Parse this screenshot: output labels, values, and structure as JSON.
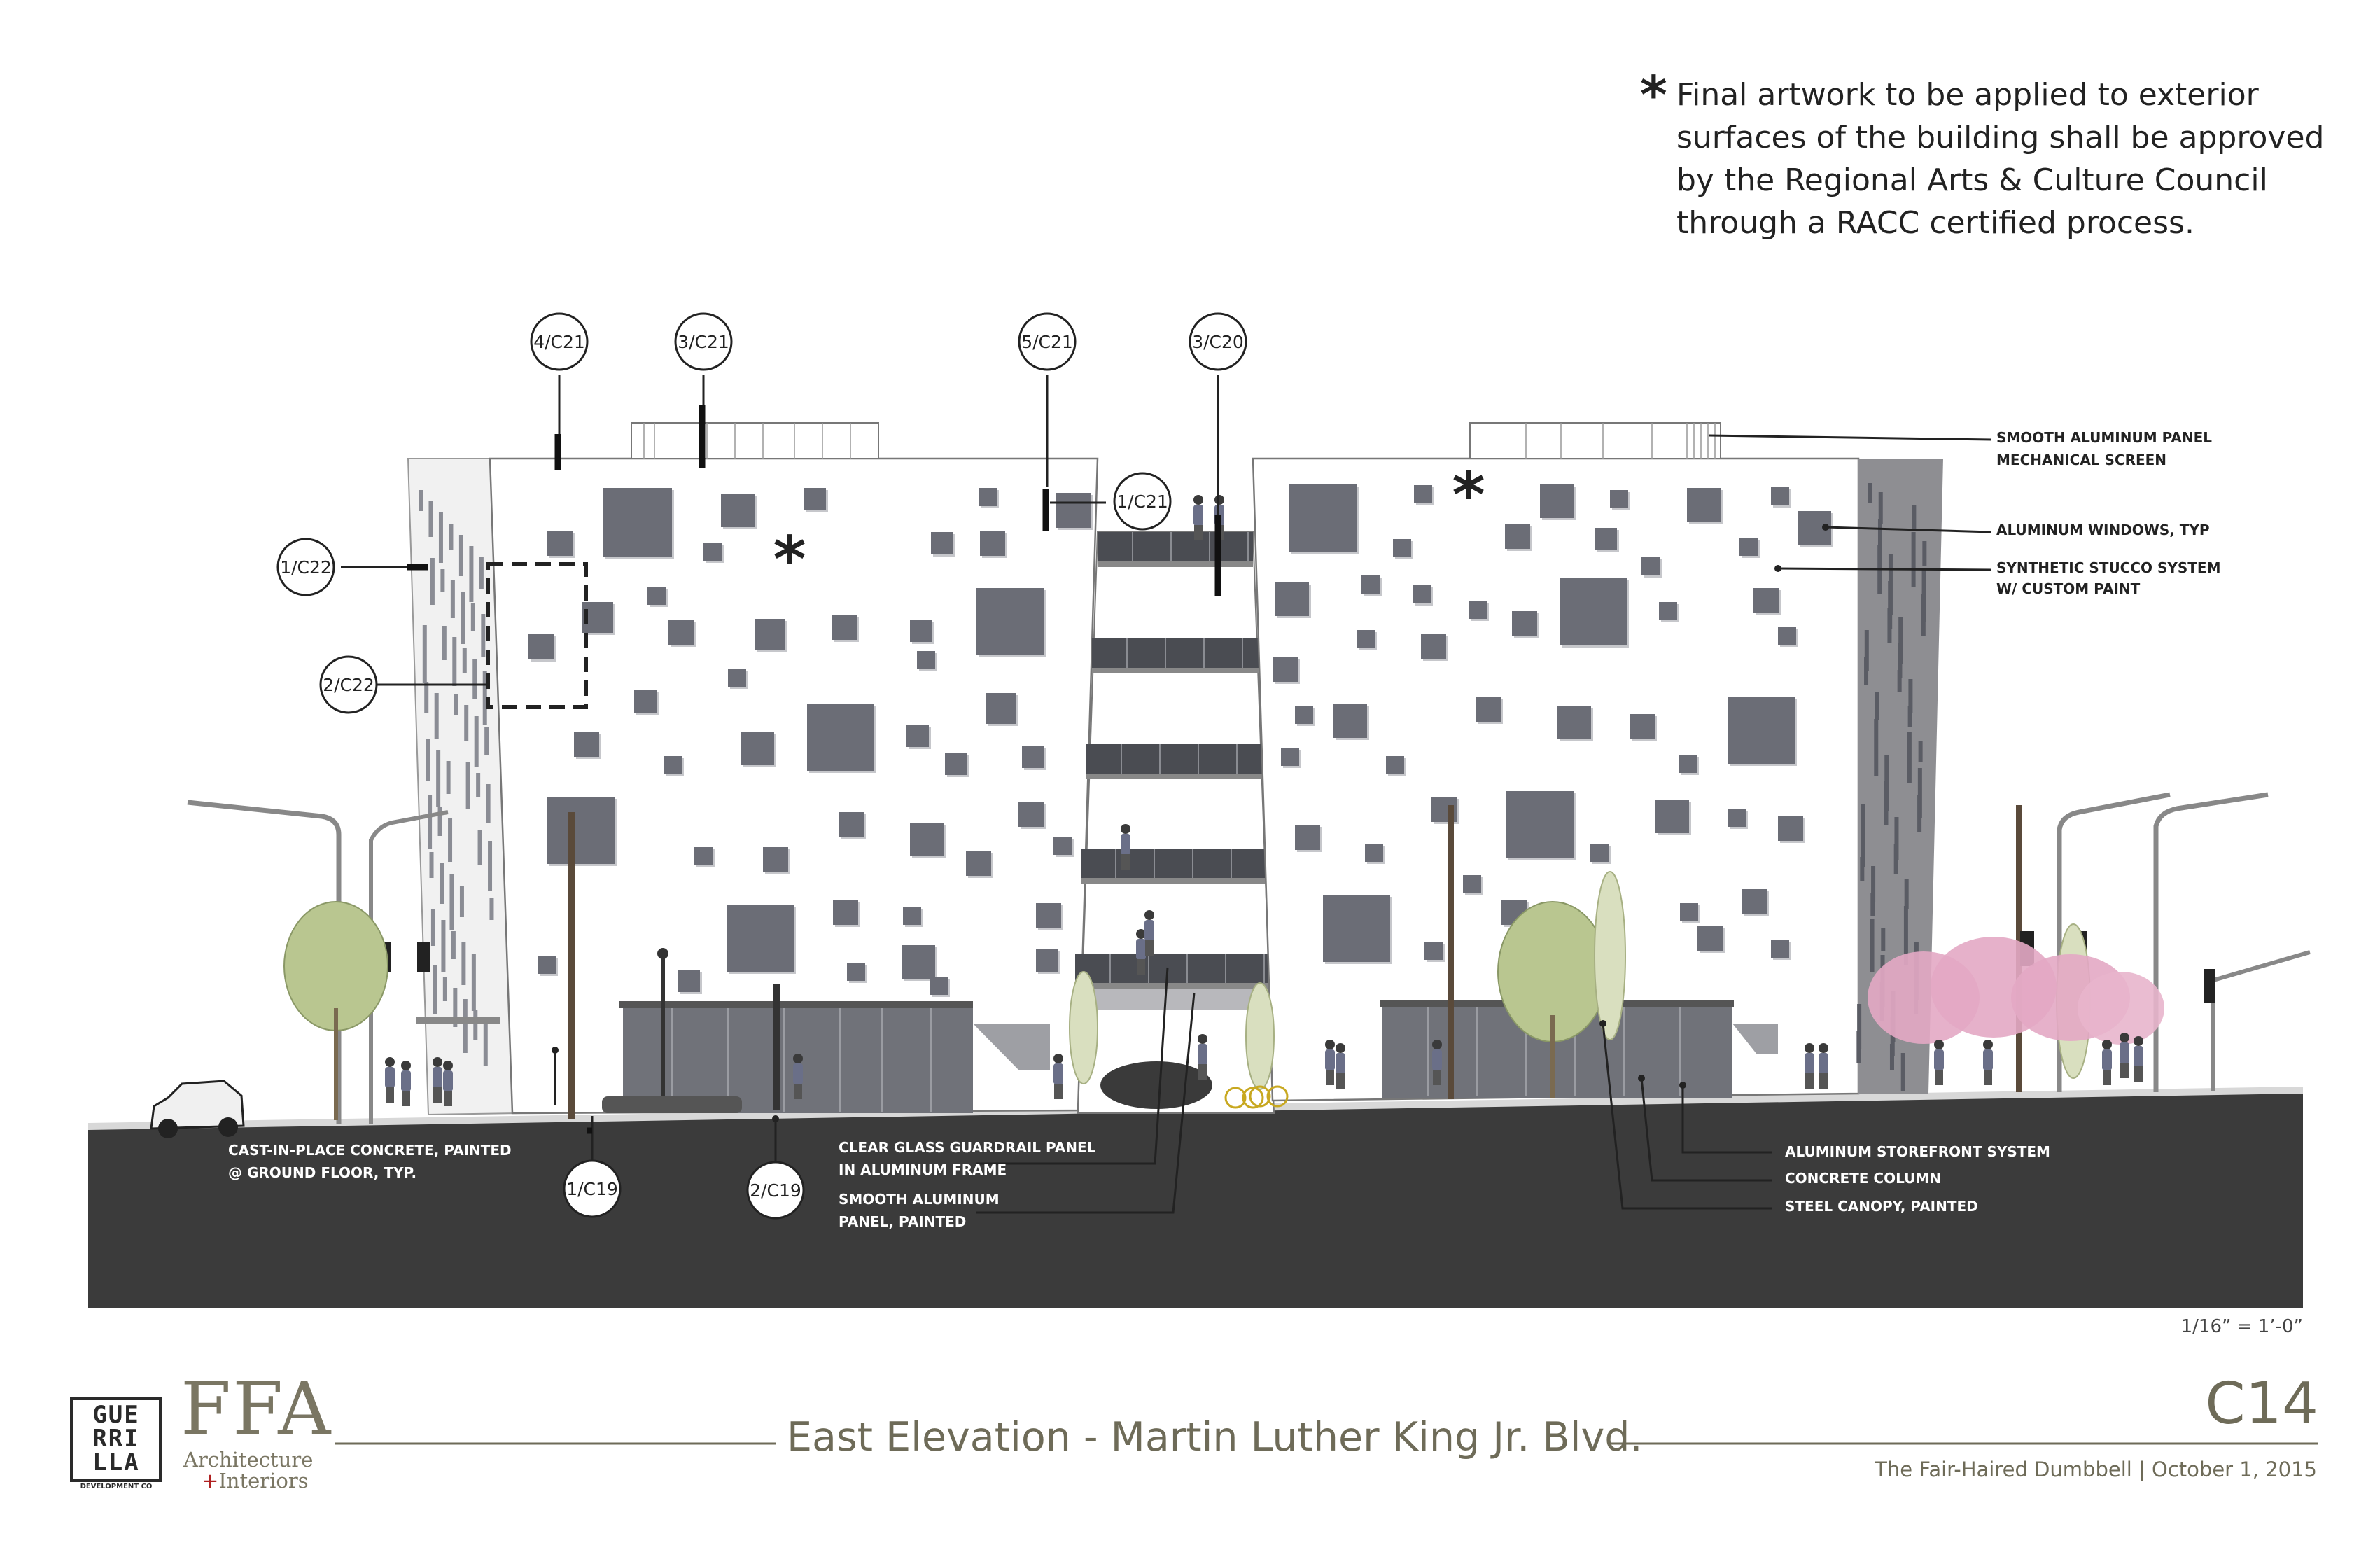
{
  "note": {
    "asterisk": "*",
    "lines": [
      "Final artwork to be applied to exterior",
      "surfaces of the building shall be approved",
      "by the Regional Arts & Culture Council",
      "through a RACC certified process."
    ]
  },
  "section_tags": [
    {
      "label": "4/C21"
    },
    {
      "label": "3/C21"
    },
    {
      "label": "5/C21"
    },
    {
      "label": "3/C20"
    },
    {
      "label": "1/C21"
    },
    {
      "label": "1/C22"
    },
    {
      "label": "2/C22"
    },
    {
      "label": "1/C19"
    },
    {
      "label": "2/C19"
    }
  ],
  "callouts": {
    "mech_screen": [
      "SMOOTH ALUMINUM PANEL",
      "MECHANICAL SCREEN"
    ],
    "windows": [
      "ALUMINUM WINDOWS, TYP"
    ],
    "stucco": [
      "SYNTHETIC STUCCO SYSTEM",
      "W/ CUSTOM PAINT"
    ],
    "concrete": [
      "CAST-IN-PLACE CONCRETE, PAINTED",
      "@ GROUND FLOOR, TYP."
    ],
    "guardrail": [
      "CLEAR GLASS GUARDRAIL PANEL",
      "IN ALUMINUM FRAME"
    ],
    "alum_panel": [
      "SMOOTH ALUMINUM",
      "PANEL, PAINTED"
    ],
    "storefront": [
      "ALUMINUM STOREFRONT SYSTEM"
    ],
    "column": [
      "CONCRETE COLUMN"
    ],
    "canopy": [
      "STEEL CANOPY, PAINTED"
    ]
  },
  "artwork_marker": "*",
  "scale": "1/16” = 1’-0”",
  "logos": {
    "guerrilla_lines": [
      "GUE",
      "RRI",
      "LLA"
    ],
    "guerrilla_sub": "DEVELOPMENT CO",
    "ffa": "FFA",
    "ffa_line1": "Architecture",
    "ffa_plus": "+",
    "ffa_line2": "Interiors"
  },
  "title": "East Elevation - Martin Luther King Jr. Blvd.",
  "sheet_number": "C14",
  "project_line": "The Fair-Haired Dumbbell | October 1, 2015",
  "colors": {
    "ground": "#3b3b3b",
    "window": "#6b6d76",
    "facade": "#ffffff",
    "side_wall": "#8e8e92",
    "tree_green": "#b9c690",
    "tree_pink": "#e3a9c4",
    "title": "#6e6b58"
  }
}
